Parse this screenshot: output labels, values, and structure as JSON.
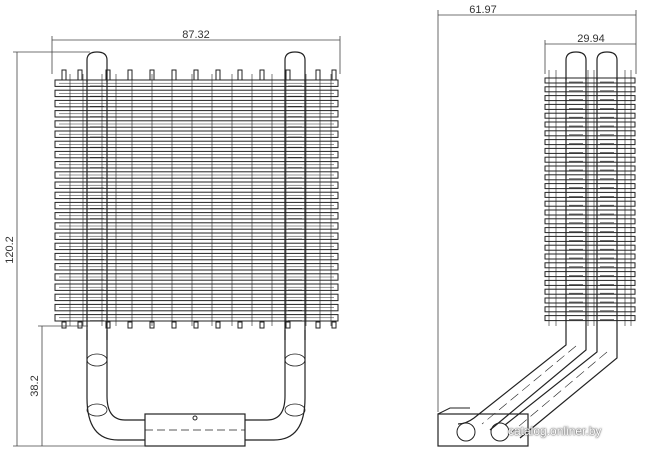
{
  "dimensions": {
    "front_width": "87.32",
    "height": "120.2",
    "tube_height": "38.2",
    "side_depth": "61.97",
    "fin_depth": "29.94"
  },
  "watermark": "catalog.onliner.by",
  "colors": {
    "line": "#222222",
    "dim_line": "#444444",
    "background": "#ffffff"
  }
}
